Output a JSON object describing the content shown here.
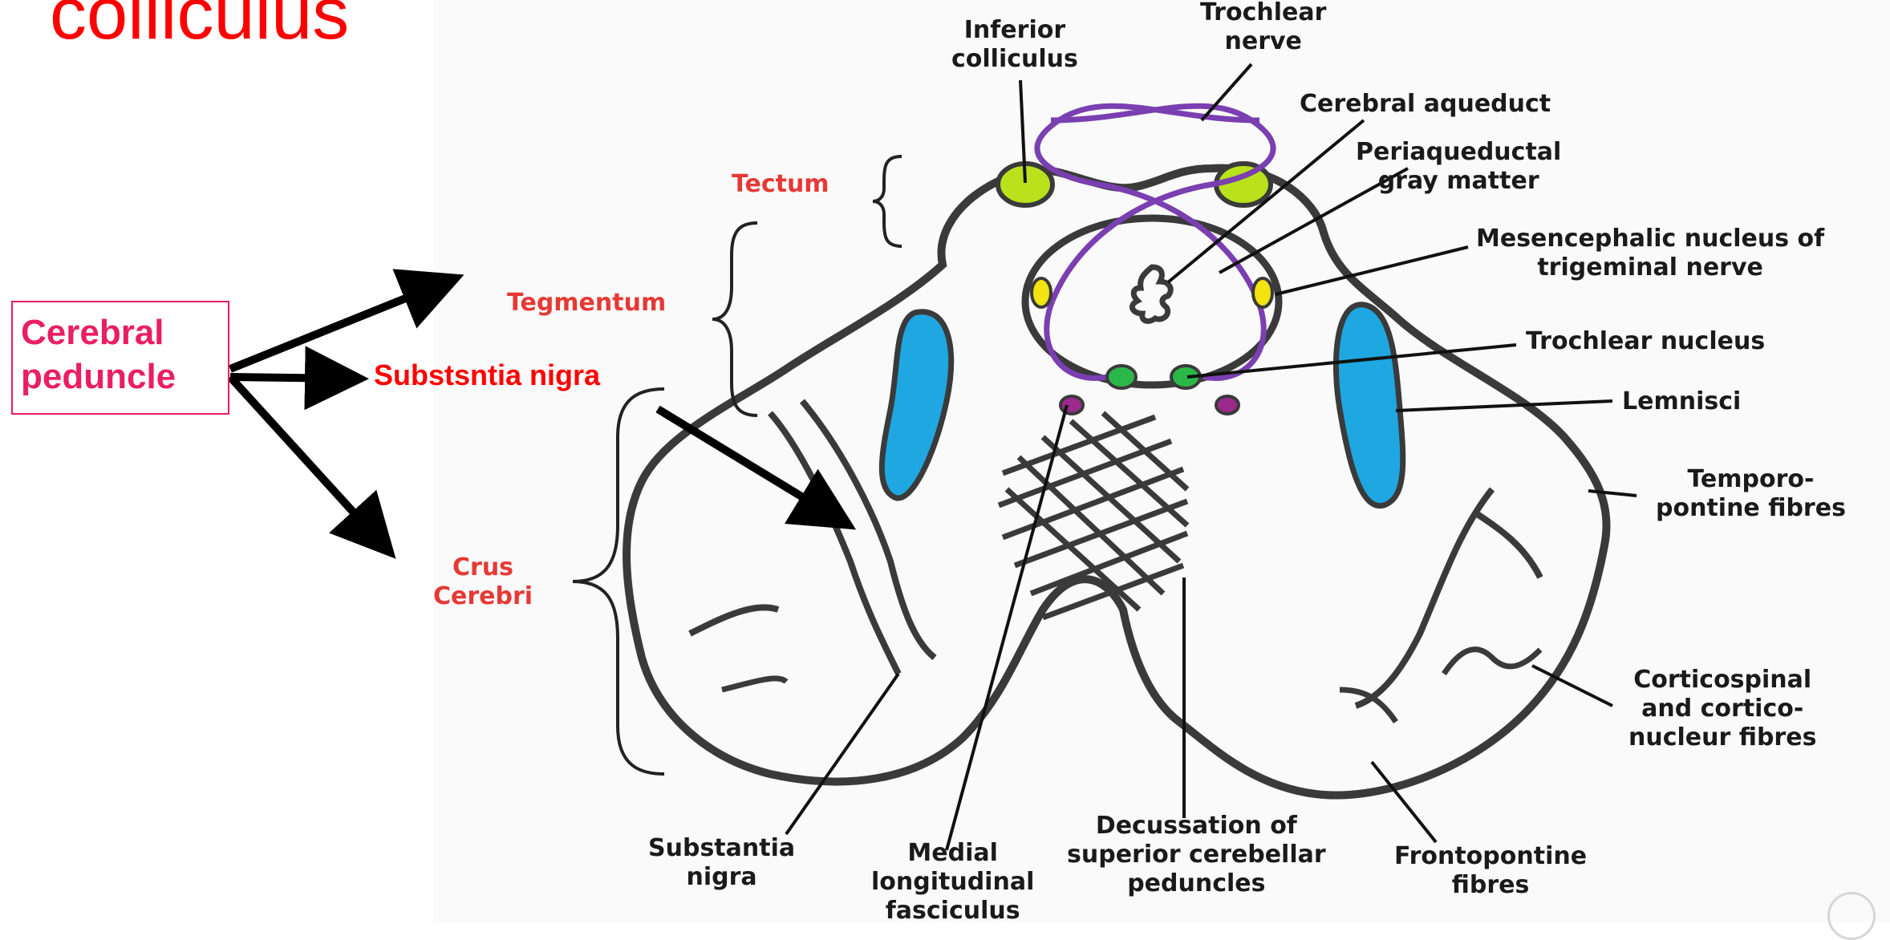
{
  "title": "colliculus",
  "diagram": {
    "labels": {
      "inferior_colliculus": "Inferior\ncolliculus",
      "trochlear_nerve": "Trochlear\nnerve",
      "cerebral_aqueduct": "Cerebral aqueduct",
      "periaqueductal_gray": "Periaqueductal\ngray matter",
      "mesencephalic_nucleus": "Mesencephalic nucleus of\ntrigeminal nerve",
      "trochlear_nucleus": "Trochlear nucleus",
      "lemnisci": "Lemnisci",
      "temporopontine": "Temporo-\npontine fibres",
      "corticospinal": "Corticospinal\nand cortico-\nnucleur fibres",
      "frontopontine": "Frontopontine\nfibres",
      "decussation": "Decussation of\nsuperior cerebellar\npeduncles",
      "medial_longitudinal": "Medial\nlongitudinal\nfasciculus",
      "substantia_nigra": "Substantia\nnigra",
      "tectum": "Tectum",
      "tegmentum": "Tegmentum",
      "crus_cerebri": "Crus\nCerebri"
    }
  },
  "annotations": {
    "cerebral_peduncle": "Cerebral\npeduncle",
    "substantia_nigra_red": "Substsntia nigra"
  },
  "colors": {
    "outline": "#3a3a3a",
    "colliculus_fill": "#b9e21c",
    "lemnisci_fill": "#1ea7e1",
    "mesencephalic_fill": "#f2e311",
    "trochlear_nucleus_fill": "#2bb84a",
    "mlf_fill": "#9b2a8c",
    "trochlear_nerve": "#7a3fb0",
    "annotation_red": "#e53935",
    "peduncle_pink": "#e91e63"
  }
}
